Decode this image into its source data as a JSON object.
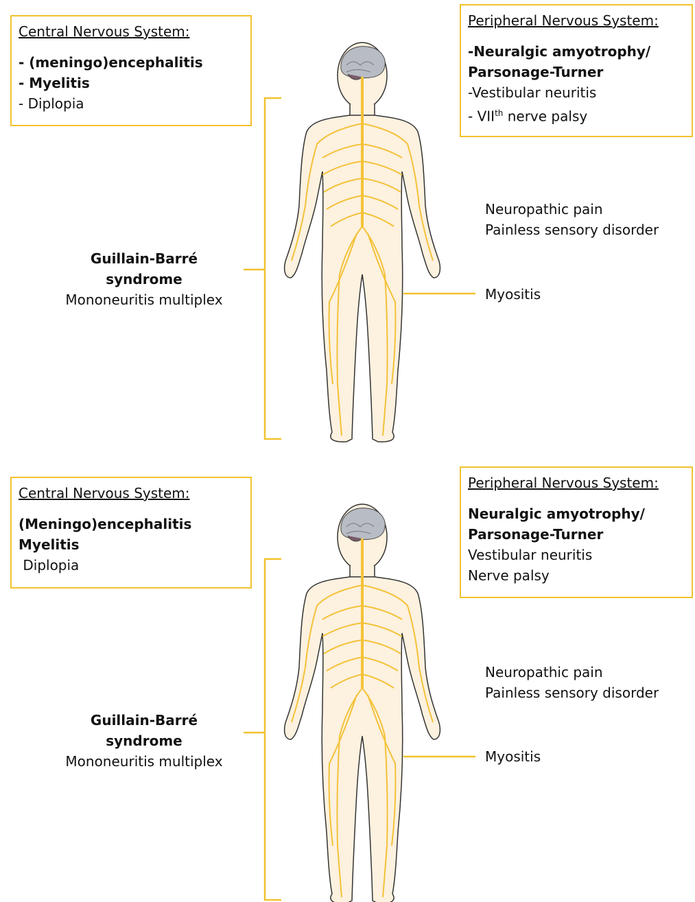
{
  "panels": [
    {
      "cns": {
        "title": "Central Nervous System:",
        "lines": [
          {
            "text": "- (meningo)encephalitis",
            "bold": true
          },
          {
            "text": "- Myelitis",
            "bold": true
          },
          {
            "text": "- Diplopia",
            "bold": false
          }
        ]
      },
      "pns": {
        "title": "Peripheral Nervous System:",
        "line1": "-Neuralgic amyotrophy/",
        "line2": "Parsonage-Turner",
        "line3": "-Vestibular neuritis",
        "line4_prefix": "- VII",
        "line4_sup": "th",
        "line4_suffix": " nerve palsy"
      },
      "gbs_bold": "Guillain-Barré syndrome",
      "gbs_plain": "Mononeuritis multiplex",
      "neuro1": "Neuropathic pain",
      "neuro2": "Painless sensory disorder",
      "myositis": "Myositis"
    },
    {
      "cns": {
        "title": "Central Nervous System:",
        "line1": "(Meningo)encephalitis",
        "line2": "Myelitis",
        "line3": " Diplopia"
      },
      "pns": {
        "title": "Peripheral Nervous System:",
        "line1": "Neuralgic amyotrophy/",
        "line2": "Parsonage-Turner",
        "line3": "Vestibular neuritis",
        "line4": "Nerve palsy"
      },
      "gbs_bold": "Guillain-Barré syndrome",
      "gbs_plain": "Mononeuritis multiplex",
      "neuro1": "Neuropathic pain",
      "neuro2": "Painless sensory disorder",
      "myositis": "Myositis"
    }
  ],
  "colors": {
    "accent_yellow": "#f2c22e",
    "nerve_yellow": "#f3c238",
    "skin": "#fdf1df",
    "brain": "#b8bcc4"
  }
}
